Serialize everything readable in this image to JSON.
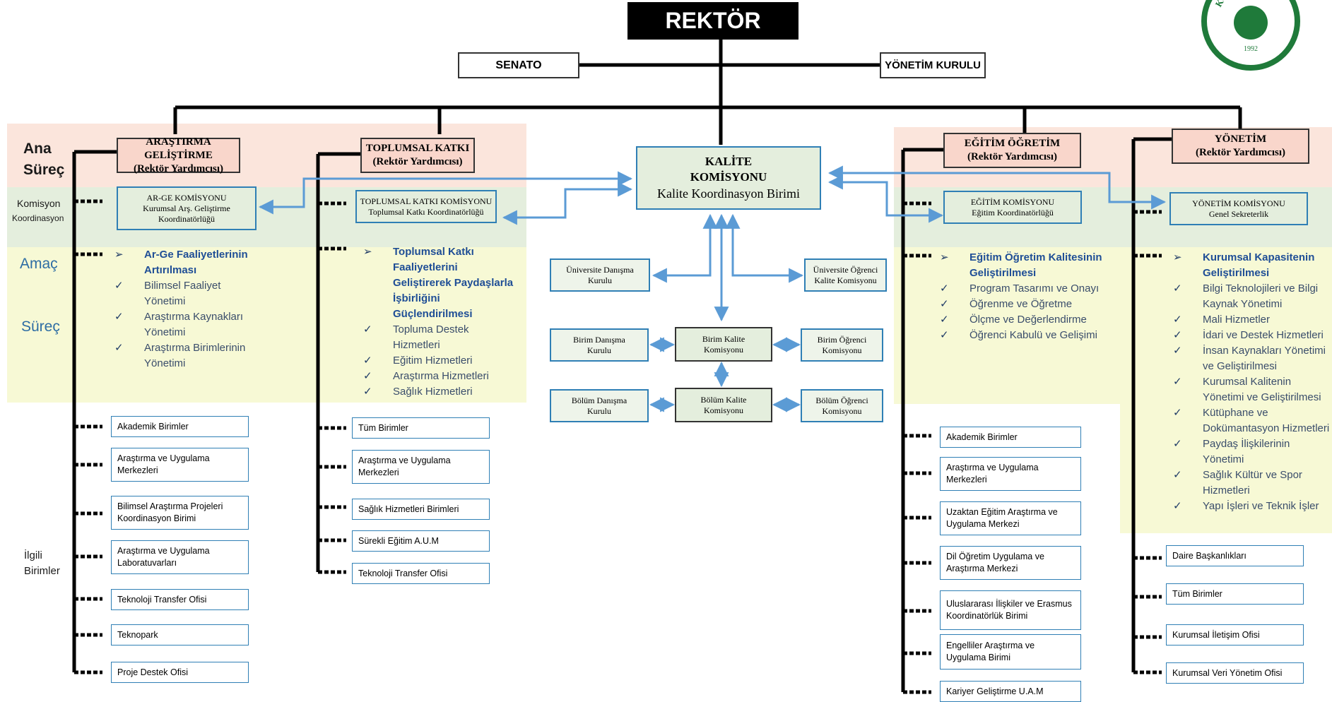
{
  "top": {
    "rektor": "REKTÖR",
    "senato": "SENATO",
    "yonetim_kurulu": "YÖNETİM KURULU"
  },
  "row_labels": {
    "ana": "Ana",
    "surec": "Süreç",
    "komisyon": "Komisyon",
    "koordinasyon": "Koordinasyon",
    "amac": "Amaç",
    "surec2": "Süreç",
    "ilgili": "İlgili",
    "birimler": "Birimler"
  },
  "logo": {
    "year": "1992",
    "text": "KOC"
  },
  "columns": {
    "arge": {
      "title": "ARAŞTIRMA GELİŞTİRME",
      "subtitle": "(Rektör Yardımcısı)",
      "komisyon": [
        "AR-GE KOMİSYONU",
        "Kurumsal Arş. Geliştirme",
        "Koordinatörlüğü"
      ],
      "purpose": [
        {
          "marker": "➢",
          "text": "Ar-Ge Faaliyetlerinin Artırılması",
          "head": true
        },
        {
          "marker": "✓",
          "text": "Bilimsel Faaliyet Yönetimi",
          "head": false
        },
        {
          "marker": "✓",
          "text": "Araştırma Kaynakları Yönetimi",
          "head": false
        },
        {
          "marker": "✓",
          "text": "Araştırma Birimlerinin Yönetimi",
          "head": false
        }
      ],
      "units": [
        "Akademik Birimler",
        "Araştırma ve Uygulama Merkezleri",
        "Bilimsel Araştırma Projeleri Koordinasyon Birimi",
        "Araştırma ve Uygulama Laboratuvarları",
        "Teknoloji Transfer Ofisi",
        "Teknopark",
        "Proje Destek Ofisi"
      ]
    },
    "toplumsal": {
      "title": "TOPLUMSAL KATKI",
      "subtitle": "(Rektör Yardımcısı)",
      "komisyon": [
        "TOPLUMSAL KATKI KOMİSYONU",
        "Toplumsal Katkı Koordinatörlüğü"
      ],
      "purpose": [
        {
          "marker": "➢",
          "text": "Toplumsal Katkı Faaliyetlerini Geliştirerek Paydaşlarla İşbirliğini Güçlendirilmesi",
          "head": true
        },
        {
          "marker": "✓",
          "text": "Topluma Destek Hizmetleri",
          "head": false
        },
        {
          "marker": "✓",
          "text": "Eğitim Hizmetleri",
          "head": false
        },
        {
          "marker": "✓",
          "text": "Araştırma Hizmetleri",
          "head": false
        },
        {
          "marker": "✓",
          "text": "Sağlık Hizmetleri",
          "head": false
        }
      ],
      "units": [
        "Tüm Birimler",
        "Araştırma ve Uygulama Merkezleri",
        "Sağlık Hizmetleri Birimleri",
        "Sürekli Eğitim A.U.M",
        "Teknoloji Transfer Ofisi"
      ]
    },
    "egitim": {
      "title": "EĞİTİM ÖĞRETİM",
      "subtitle": "(Rektör Yardımcısı)",
      "komisyon": [
        "EĞİTİM KOMİSYONU",
        "Eğitim Koordinatörlüğü"
      ],
      "purpose": [
        {
          "marker": "➢",
          "text": "Eğitim Öğretim Kalitesinin Geliştirilmesi",
          "head": true
        },
        {
          "marker": "✓",
          "text": "Program Tasarımı ve Onayı",
          "head": false
        },
        {
          "marker": "✓",
          "text": "Öğrenme ve Öğretme",
          "head": false
        },
        {
          "marker": "✓",
          "text": "Ölçme ve Değerlendirme",
          "head": false
        },
        {
          "marker": "✓",
          "text": "Öğrenci Kabulü ve Gelişimi",
          "head": false
        }
      ],
      "units": [
        "Akademik Birimler",
        "Araştırma ve Uygulama Merkezleri",
        "Uzaktan Eğitim Araştırma ve Uygulama Merkezi",
        "Dil Öğretim Uygulama ve Araştırma Merkezi",
        "Uluslararası İlişkiler ve Erasmus Koordinatörlük Birimi",
        "Engelliler Araştırma ve Uygulama Birimi",
        "Kariyer Geliştirme  U.A.M"
      ]
    },
    "yonetim": {
      "title": "YÖNETİM",
      "subtitle": "(Rektör Yardımcısı)",
      "komisyon": [
        "YÖNETİM KOMİSYONU",
        "Genel Sekreterlik"
      ],
      "purpose": [
        {
          "marker": "➢",
          "text": "Kurumsal Kapasitenin Geliştirilmesi",
          "head": true
        },
        {
          "marker": "✓",
          "text": "Bilgi Teknolojileri ve Bilgi Kaynak Yönetimi",
          "head": false
        },
        {
          "marker": "✓",
          "text": "Mali Hizmetler",
          "head": false
        },
        {
          "marker": "✓",
          "text": "İdari ve Destek Hizmetleri",
          "head": false
        },
        {
          "marker": "✓",
          "text": "İnsan Kaynakları Yönetimi ve Geliştirilmesi",
          "head": false
        },
        {
          "marker": "✓",
          "text": "Kurumsal Kalitenin Yönetimi ve Geliştirilmesi",
          "head": false
        },
        {
          "marker": "✓",
          "text": "Kütüphane ve Dokümantasyon Hizmetleri",
          "head": false
        },
        {
          "marker": "✓",
          "text": "Paydaş İlişkilerinin Yönetimi",
          "head": false
        },
        {
          "marker": "✓",
          "text": "Sağlık Kültür ve Spor Hizmetleri",
          "head": false
        },
        {
          "marker": "✓",
          "text": "Yapı İşleri ve Teknik İşler",
          "head": false
        }
      ],
      "units": [
        "Daire Başkanlıkları",
        "Tüm Birimler",
        "Kurumsal İletişim Ofisi",
        "Kurumsal Veri Yönetim Ofisi"
      ]
    }
  },
  "center": {
    "kalite_line1": "KALİTE",
    "kalite_line2": "KOMİSYONU",
    "kalite_line3": "Kalite Koordinasyon Birimi",
    "universite_danisma": "Üniversite Danışma Kurulu",
    "universite_ogrenci": "Üniversite Öğrenci Kalite Komisyonu",
    "birim_danisma": "Birim Danışma Kurulu",
    "birim_kalite": "Birim Kalite Komisyonu",
    "birim_ogrenci": "Birim Öğrenci Komisyonu",
    "bolum_danisma": "Bölüm Danışma Kurulu",
    "bolum_kalite": "Bölüm Kalite Komisyonu",
    "bolum_ogrenci": "Bölüm Öğrenci Komisyonu"
  },
  "colors": {
    "peach_band": "#fbe5dc",
    "green_band": "#e4eedd",
    "yellow_band": "#f7f9d5",
    "arrow": "#5b9bd5",
    "box_border": "#2f7fb5"
  }
}
